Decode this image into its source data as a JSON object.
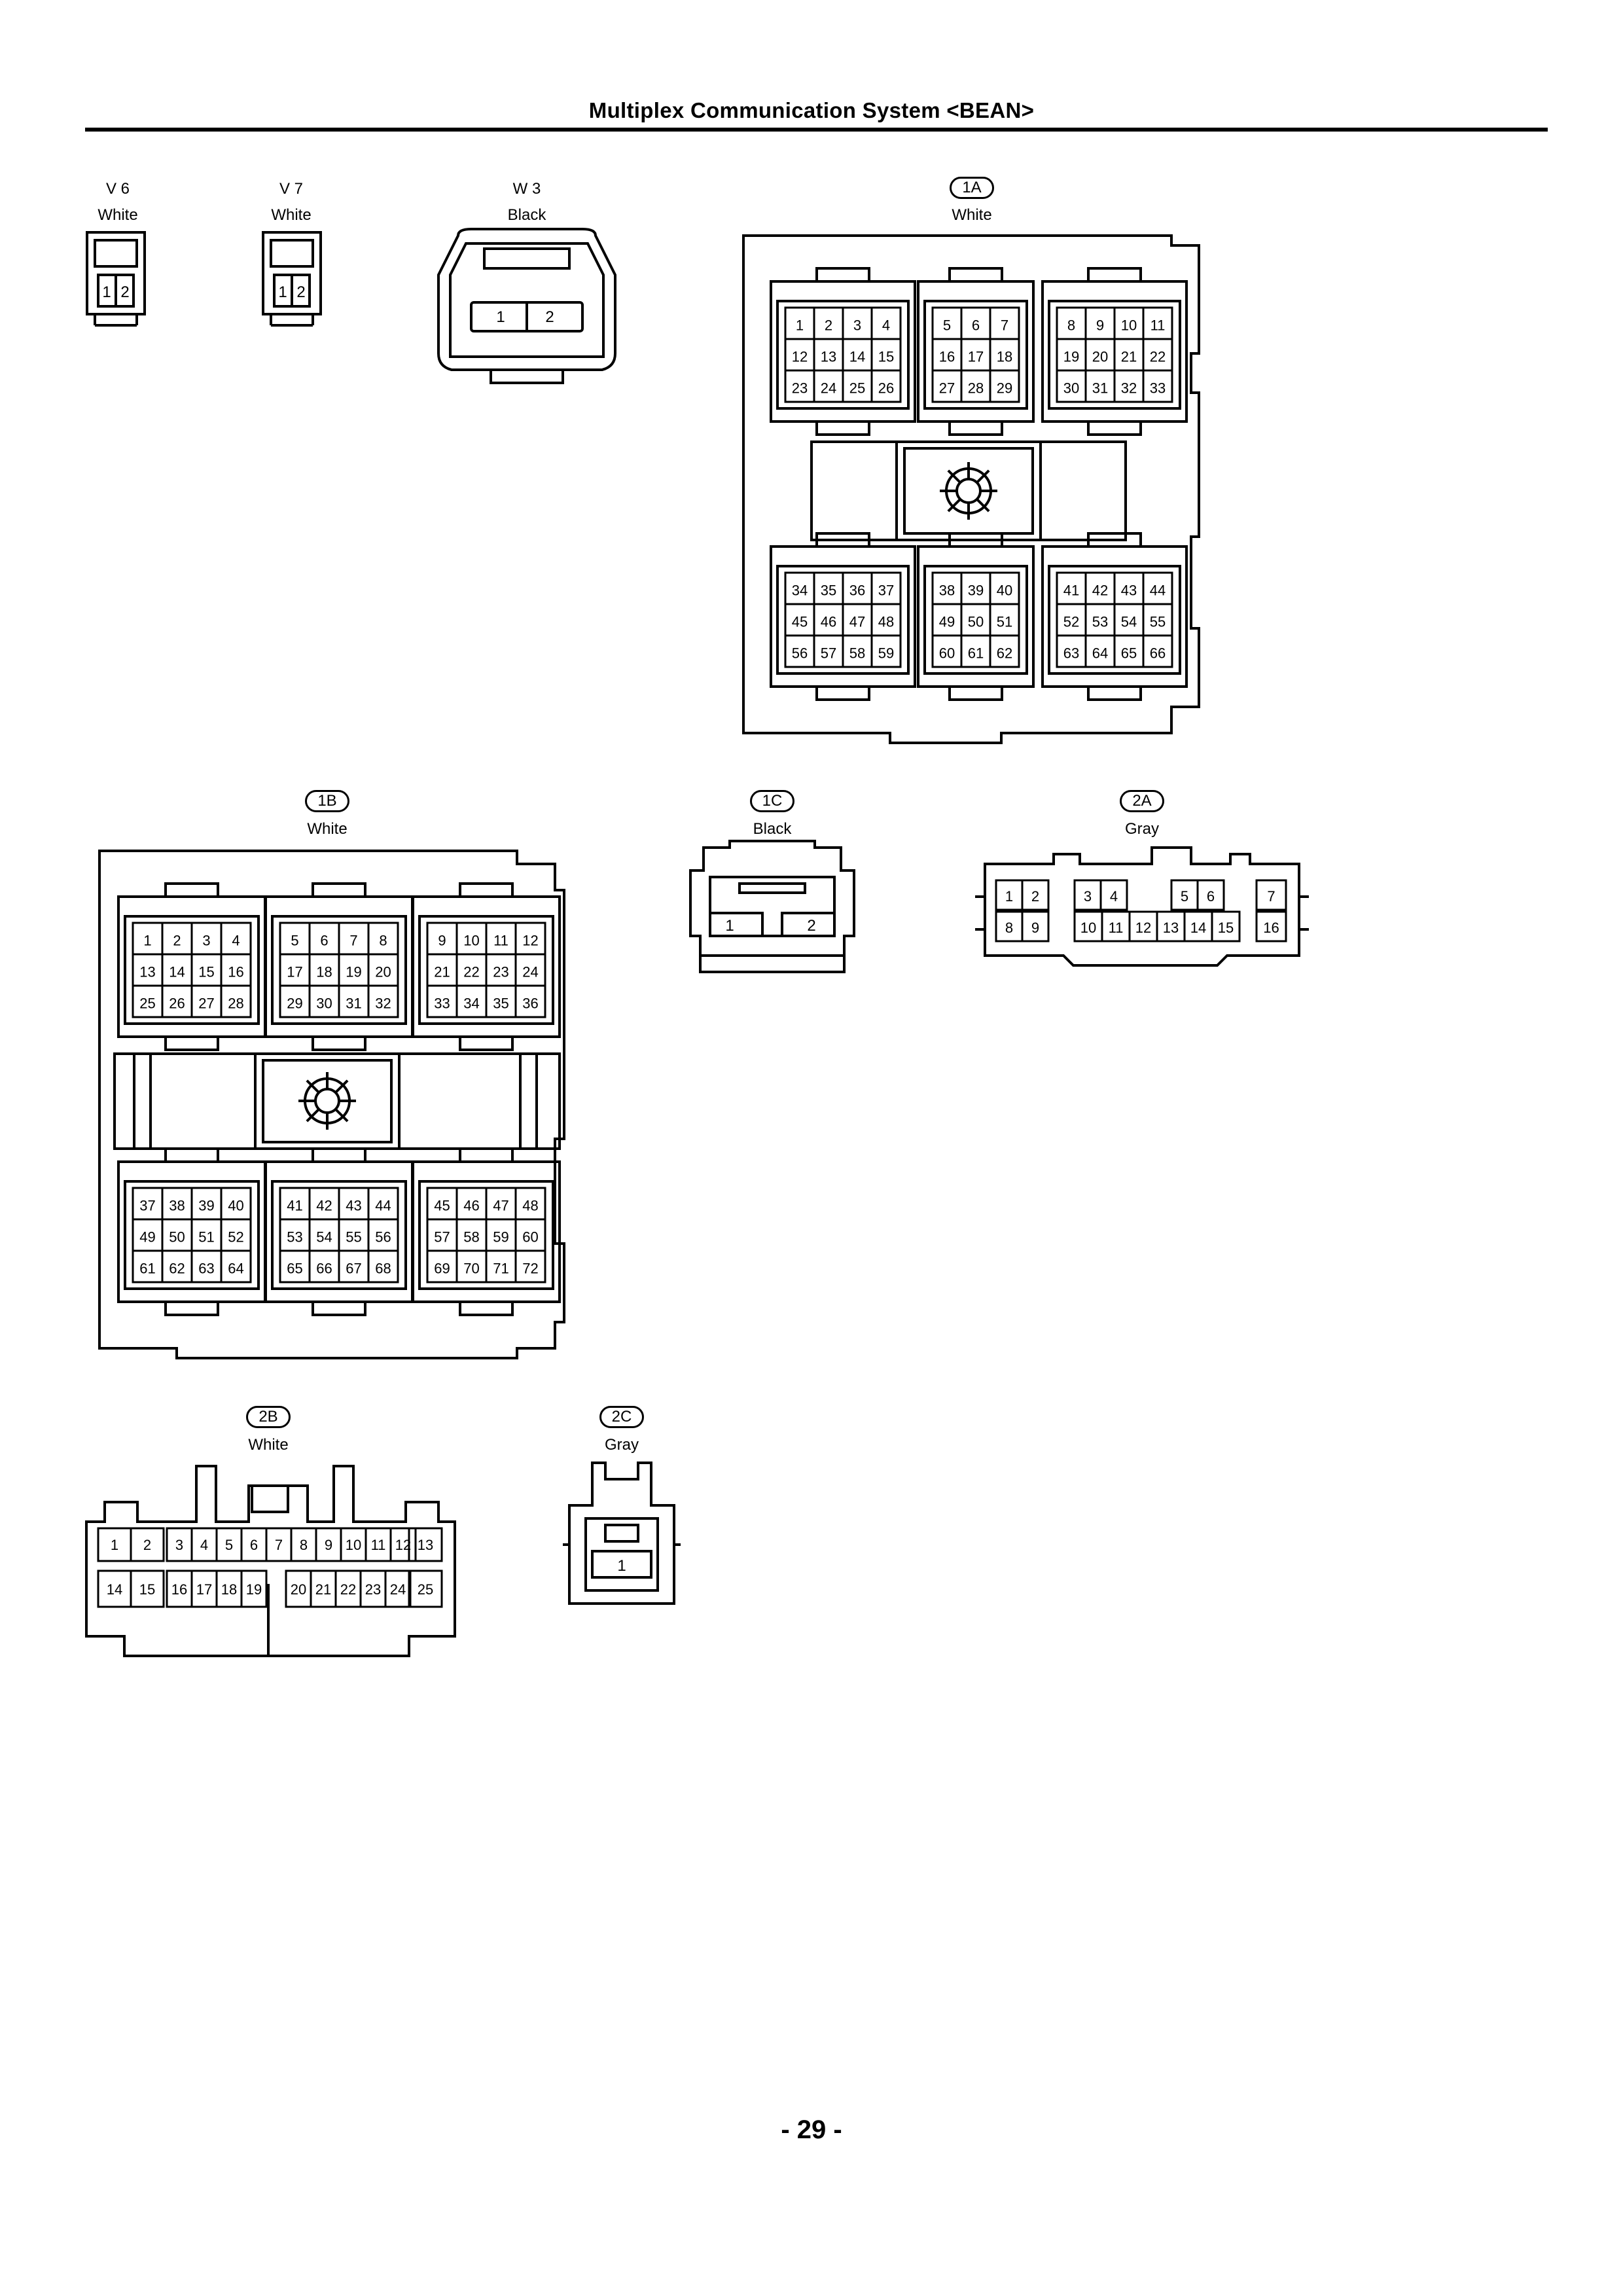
{
  "page": {
    "title": "Multiplex Communication System <BEAN>",
    "page_number": "- 29 -"
  },
  "connectors": {
    "v6": {
      "code": "V 6",
      "color": "White",
      "pins": [
        "1",
        "2"
      ]
    },
    "v7": {
      "code": "V 7",
      "color": "White",
      "pins": [
        "1",
        "2"
      ]
    },
    "w3": {
      "code": "W 3",
      "color": "Black",
      "pins": [
        "1",
        "2"
      ]
    },
    "c1a": {
      "code": "1A",
      "color": "White",
      "pin_count": 66
    },
    "c1b": {
      "code": "1B",
      "color": "White",
      "pin_count": 72
    },
    "c1c": {
      "code": "1C",
      "color": "Black",
      "pins": [
        "1",
        "2"
      ]
    },
    "c2a": {
      "code": "2A",
      "color": "Gray",
      "pins": [
        "1",
        "2",
        "3",
        "4",
        "5",
        "6",
        "7",
        "8",
        "9",
        "10",
        "11",
        "12",
        "13",
        "14",
        "15",
        "16"
      ]
    },
    "c2b": {
      "code": "2B",
      "color": "White",
      "pins": [
        "1",
        "2",
        "3",
        "4",
        "5",
        "6",
        "7",
        "8",
        "9",
        "10",
        "11",
        "12",
        "13",
        "14",
        "15",
        "16",
        "17",
        "18",
        "19",
        "20",
        "21",
        "22",
        "23",
        "24",
        "25"
      ]
    },
    "c2c": {
      "code": "2C",
      "color": "Gray",
      "pins": [
        "1"
      ]
    }
  }
}
